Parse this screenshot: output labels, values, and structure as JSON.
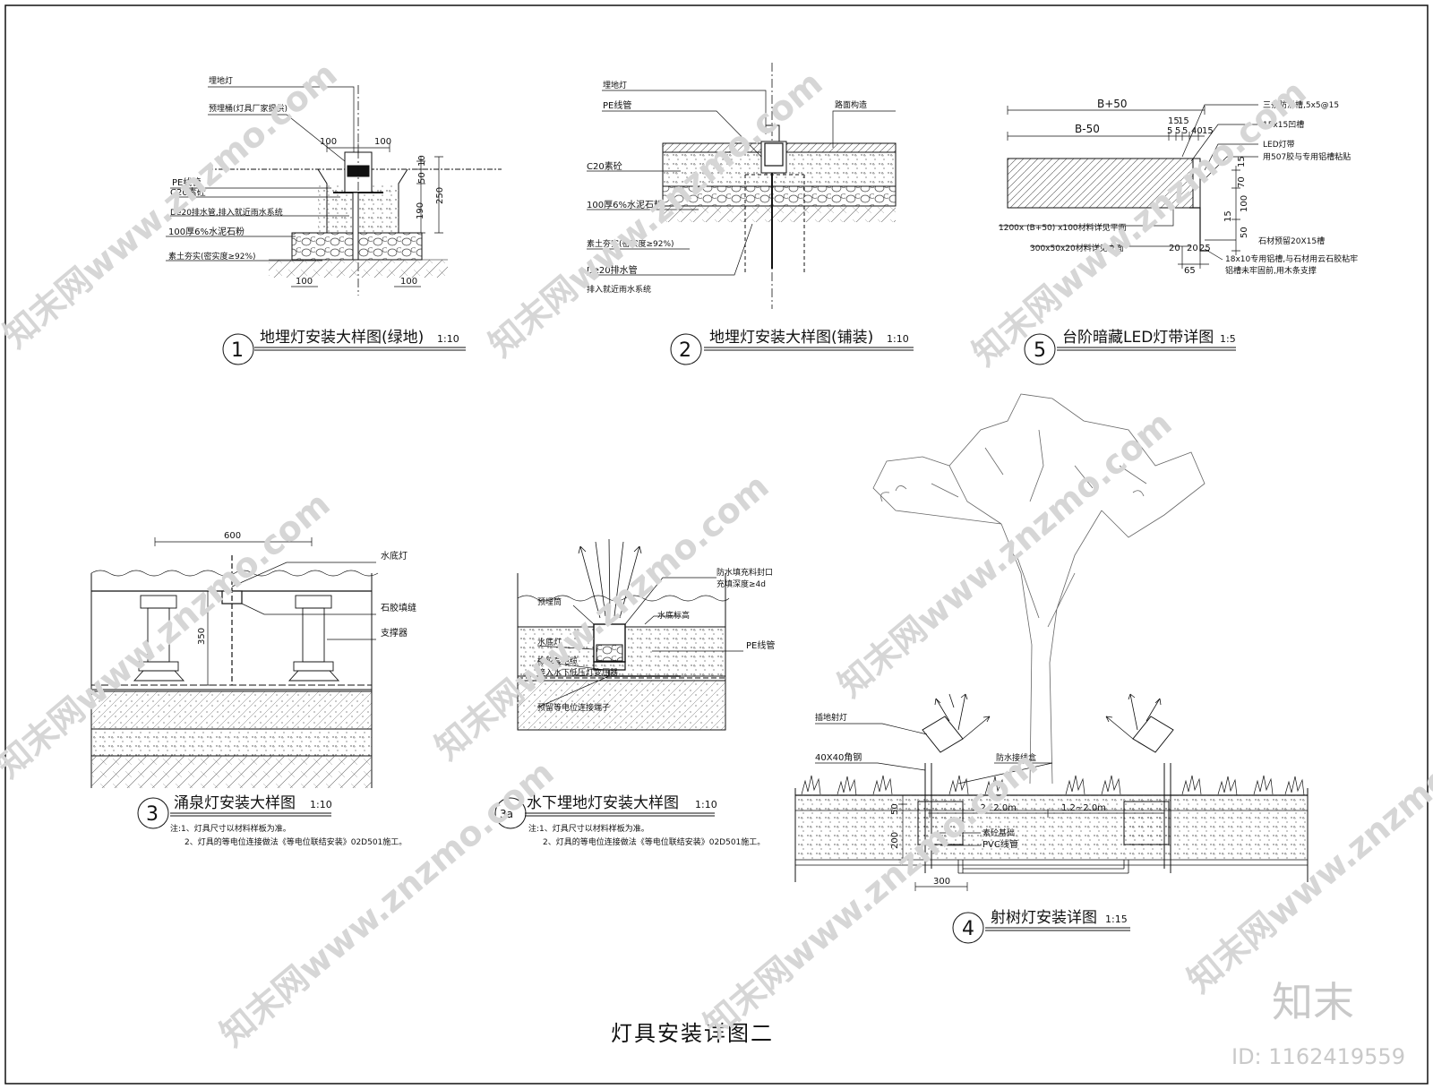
{
  "sheet": {
    "title": "灯具安装详图二"
  },
  "watermark": {
    "site": "知末网www.znzmo.com",
    "brand": "知末",
    "id": "ID: 1162419559"
  },
  "details": [
    {
      "number": "1",
      "title": "地埋灯安装大样图(绿地)",
      "scale": "1:10",
      "labels": [
        "埋地灯",
        "预埋桶(灯具厂家提供)",
        "PE线管",
        "C20素砼",
        "De20排水管,排入就近雨水系统",
        "100厚6%水泥石粉",
        "素土夯实(密实度≥92%)"
      ],
      "dims": [
        "100",
        "100",
        "50",
        "10",
        "190",
        "250",
        "100",
        "100"
      ]
    },
    {
      "number": "2",
      "title": "地埋灯安装大样图(铺装)",
      "scale": "1:10",
      "labels": [
        "埋地灯",
        "PE线管",
        "路面构造",
        "C20素砼",
        "100厚6%水泥石粉",
        "素土夯实(密实度≥92%)",
        "De20排水管",
        "排入就近雨水系统"
      ]
    },
    {
      "number": "5",
      "title": "台阶暗藏LED灯带详图",
      "scale": "1:5",
      "labels": [
        "三条防滑槽,5x5@15",
        "15x15凹槽",
        "LED灯带",
        "用507胶与专用铝槽粘贴",
        "1200x (B+50) x100材料详见平面",
        "300x50x20材料详见立面",
        "石材预留20X15槽",
        "18x10专用铝槽,与石材用云石胶粘牢",
        "铝槽未牢固前,用木条支撑"
      ],
      "dims": [
        "B+50",
        "B-50",
        "15",
        "15",
        "5",
        "5",
        "5",
        "40",
        "15",
        "15",
        "70",
        "100",
        "15",
        "50",
        "20",
        "20",
        "25",
        "65"
      ]
    },
    {
      "number": "3",
      "title": "涌泉灯安装大样图",
      "scale": "1:10",
      "labels": [
        "水底灯",
        "石胶填缝",
        "支撑器"
      ],
      "dims": [
        "600",
        "350"
      ],
      "notes": [
        "注:1、灯具尺寸以材料样板为准。",
        "2、灯具的等电位连接做法《等电位联结安装》02D501施工。"
      ]
    },
    {
      "number": "3a",
      "title": "水下埋地灯安装大样图",
      "scale": "1:10",
      "labels": [
        "防水填充料封口",
        "充填深度≥4d",
        "预埋筒",
        "水底标高",
        "水底灯",
        "PE线管",
        "橡胶套电缆",
        "接入水下低压灯变压器",
        "预留等电位连接端子"
      ],
      "notes": [
        "注:1、灯具尺寸以材料样板为准。",
        "2、灯具的等电位连接做法《等电位联结安装》02D501施工。"
      ]
    },
    {
      "number": "4",
      "title": "射树灯安装详图",
      "scale": "1:15",
      "labels": [
        "插地射灯",
        "40X40角钢",
        "防水接线盒",
        "素砼基础",
        "PVC线管"
      ],
      "dims": [
        "200",
        "50",
        "1.2~2.0m",
        "1.2~2.0m",
        "300"
      ]
    }
  ]
}
